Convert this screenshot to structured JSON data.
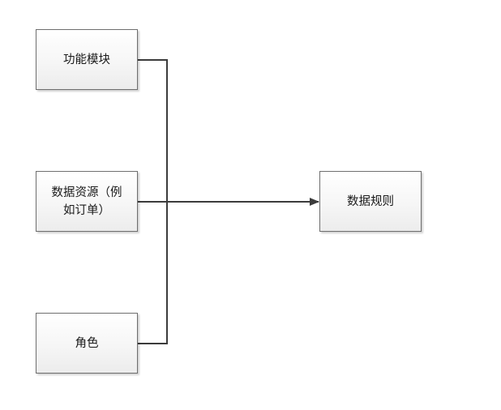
{
  "nodes": {
    "function_module": "功能模块",
    "data_resource_line1": "数据资源（例",
    "data_resource_line2": "如订单）",
    "role": "角色",
    "data_rules": "数据规则"
  },
  "colors": {
    "line": "#3c3c3c",
    "box_border": "#6e6e6e",
    "box_fill_top": "#ffffff",
    "box_fill_bottom": "#ececec"
  }
}
